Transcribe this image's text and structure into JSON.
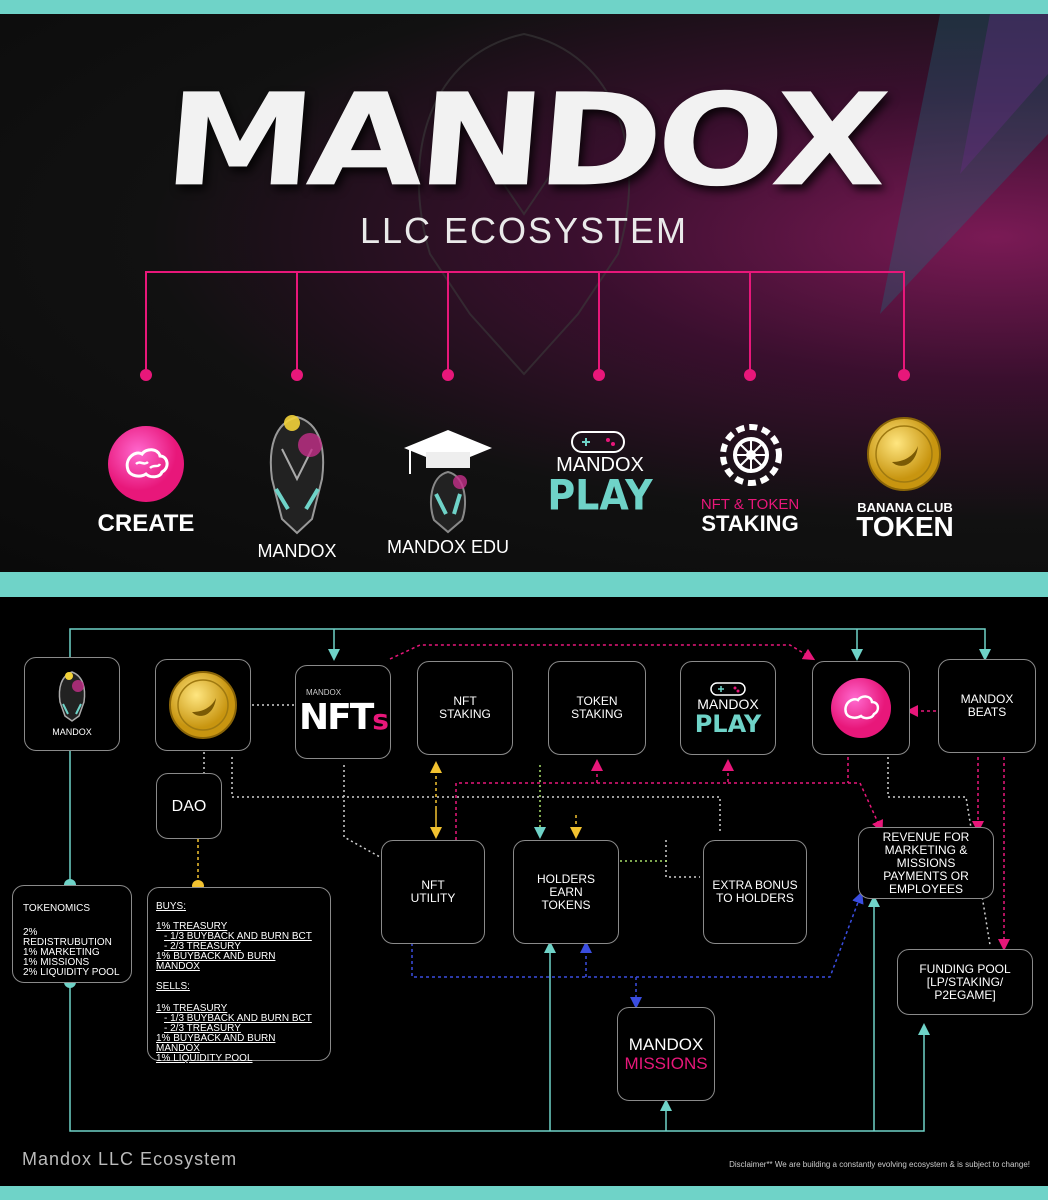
{
  "top": {
    "brand": "MANDOX",
    "subtitle": "LLC ECOSYSTEM",
    "items": [
      {
        "label": "CREATE"
      },
      {
        "label": "MANDOX"
      },
      {
        "label": "MANDOX EDU"
      },
      {
        "label_top": "MANDOX",
        "label_bottom": "PLAY"
      },
      {
        "label_top": "NFT & TOKEN",
        "label_bottom": "STAKING"
      },
      {
        "label_top": "BANANA CLUB",
        "label_bottom": "TOKEN"
      }
    ]
  },
  "diagram": {
    "mandox_label": "MANDOX",
    "nfts_small": "MANDOX",
    "nfts_big": "NFT",
    "nfts_s": "s",
    "nft_staking": [
      "NFT",
      "STAKING"
    ],
    "token_staking": [
      "TOKEN",
      "STAKING"
    ],
    "play_top": "MANDOX",
    "play_bottom": "PLAY",
    "beats": [
      "MANDOX",
      "BEATS"
    ],
    "dao": "DAO",
    "nft_utility": [
      "NFT",
      "UTILITY"
    ],
    "holders": [
      "HOLDERS",
      "EARN",
      "TOKENS"
    ],
    "extra_bonus": [
      "EXTRA BONUS",
      "TO HOLDERS"
    ],
    "revenue": [
      "REVENUE FOR",
      "MARKETING &",
      "MISSIONS",
      "PAYMENTS OR",
      "EMPLOYEES"
    ],
    "funding": [
      "FUNDING POOL",
      "[LP/STAKING/",
      "P2EGAME]"
    ],
    "missions_top": "MANDOX",
    "missions_bottom": "MISSIONS",
    "tokenomics": {
      "title": "TOKENOMICS",
      "lines": [
        "2% REDISTRUBUTION",
        "1% MARKETING",
        "1% MISSIONS",
        "2% LIQUIDITY POOL"
      ]
    },
    "buys": {
      "title": "BUYS:",
      "lines": [
        "1% TREASURY",
        "- 1/3 BUYBACK AND BURN BCT",
        "- 2/3 TREASURY",
        "1% BUYBACK AND BURN MANDOX"
      ]
    },
    "sells": {
      "title": "SELLS:",
      "lines": [
        "1% TREASURY",
        "- 1/3 BUYBACK AND BURN BCT",
        "- 2/3 TREASURY",
        "1% BUYBACK AND BURN MANDOX",
        "1% LIQUIDITY POOL"
      ]
    },
    "footer_title": "Mandox LLC Ecosystem",
    "disclaimer": "Disclaimer** We are building a  constantly evolving ecosystem & is subject to change!"
  },
  "colors": {
    "teal": "#6fd3c8",
    "pink": "#e8177a",
    "yellow": "#f2c230",
    "blue": "#3a4de0"
  }
}
